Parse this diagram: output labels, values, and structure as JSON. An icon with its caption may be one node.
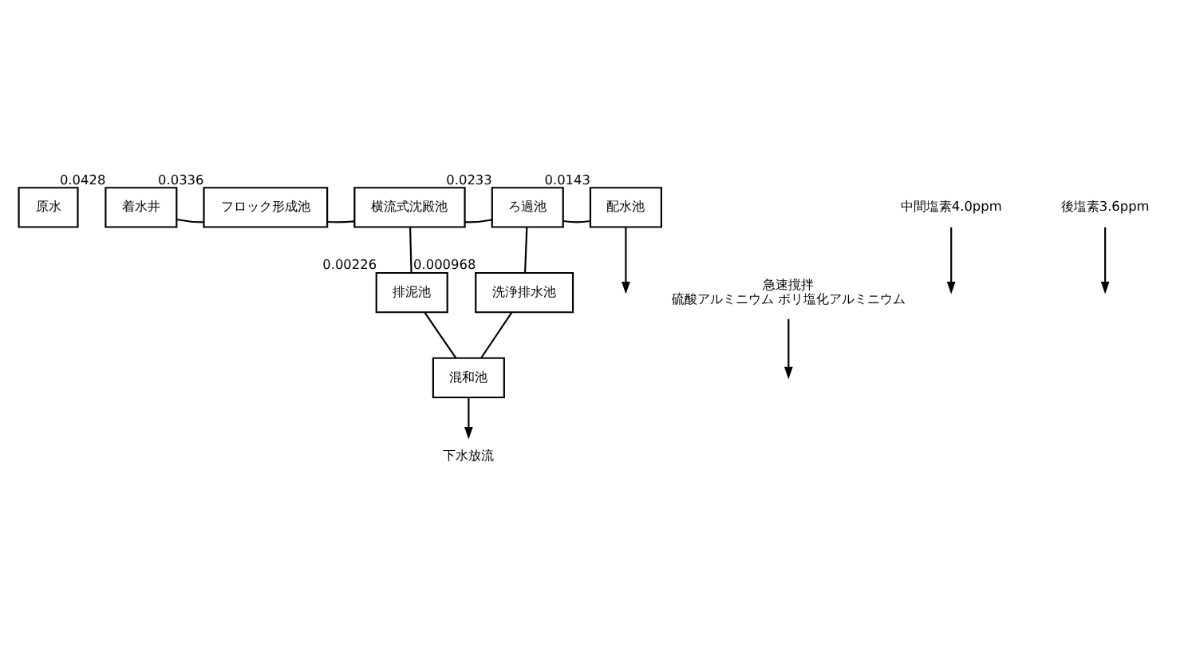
{
  "diagram": {
    "nodes": [
      {
        "text": [
          "原水"
        ]
      },
      {
        "text": [
          "着水井"
        ],
        "beside": [
          "0.0428"
        ]
      },
      {
        "text": [
          "フロック形成池"
        ],
        "beside": [
          "0.0336"
        ]
      },
      {
        "text": [
          "横流式沈殿池"
        ]
      },
      {
        "text": [
          "ろ過池"
        ],
        "beside": [
          "0.0233"
        ]
      },
      {
        "text": [
          "配水池"
        ],
        "beside": [
          "0.0143"
        ]
      },
      {
        "text": [
          "排泥池"
        ],
        "beside": [
          "0.00226"
        ]
      },
      {
        "text": [
          "洗浄排水池"
        ],
        "beside": [
          "0.000968"
        ]
      },
      {
        "text": [
          "混和池"
        ]
      },
      {
        "text": [
          "下水放流"
        ]
      },
      {
        "text": [
          "急速撹拌",
          "硫酸アルミニウム ポリ塩化アルミニウム"
        ]
      },
      {
        "text": [
          "中間塩素4.0ppm"
        ]
      },
      {
        "text": [
          "後塩素3.6ppm"
        ]
      }
    ],
    "edges": [
      {
        "from": 1,
        "to": 2,
        "arrow": "none"
      },
      {
        "from": 2,
        "to": 3,
        "arrow": "none"
      },
      {
        "from": 3,
        "to": 4,
        "arrow": "none"
      },
      {
        "from": 4,
        "to": 5,
        "arrow": "none"
      },
      {
        "from": 5,
        "to": null,
        "arrow": "to"
      },
      {
        "from": 3,
        "to": 6,
        "arrow": "none"
      },
      {
        "from": 4,
        "to": 7,
        "arrow": "none"
      },
      {
        "from": 6,
        "to": 8,
        "arrow": "none"
      },
      {
        "from": 7,
        "to": 8,
        "arrow": "none"
      },
      {
        "from": 8,
        "to": 9,
        "arrow": "to"
      },
      {
        "from": 10,
        "to": null,
        "arrow": "to"
      },
      {
        "from": 11,
        "to": null,
        "arrow": "to"
      },
      {
        "from": 12,
        "to": null,
        "arrow": "to"
      }
    ]
  }
}
